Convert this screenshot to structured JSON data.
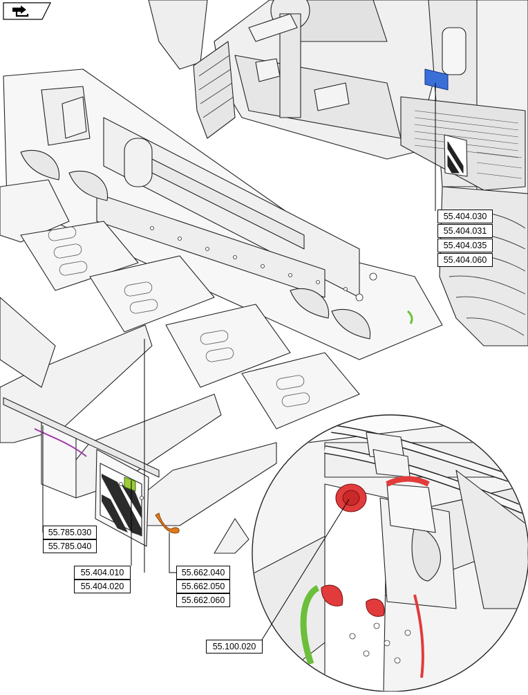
{
  "navigation": {
    "icon": "back-arrow-tab-icon"
  },
  "callouts": {
    "cab_valve": [
      "55.404.030",
      "55.404.031",
      "55.404.035",
      "55.404.060"
    ],
    "side_panel": [
      "55.785.030",
      "55.785.040"
    ],
    "warning_light": [
      "55.404.010",
      "55.404.020"
    ],
    "harness_clip": [
      "55.662.040",
      "55.662.050",
      "55.662.060"
    ],
    "detail_connector": [
      "55.100.020"
    ]
  },
  "colors": {
    "cab_valve": "#3a6fd8",
    "warning_light": "#9ccc3a",
    "harness_clip": "#e07a1f",
    "connector": "#e23b3b",
    "green_hose": "#6bbf3a",
    "purple_wire": "#a23aa8"
  }
}
